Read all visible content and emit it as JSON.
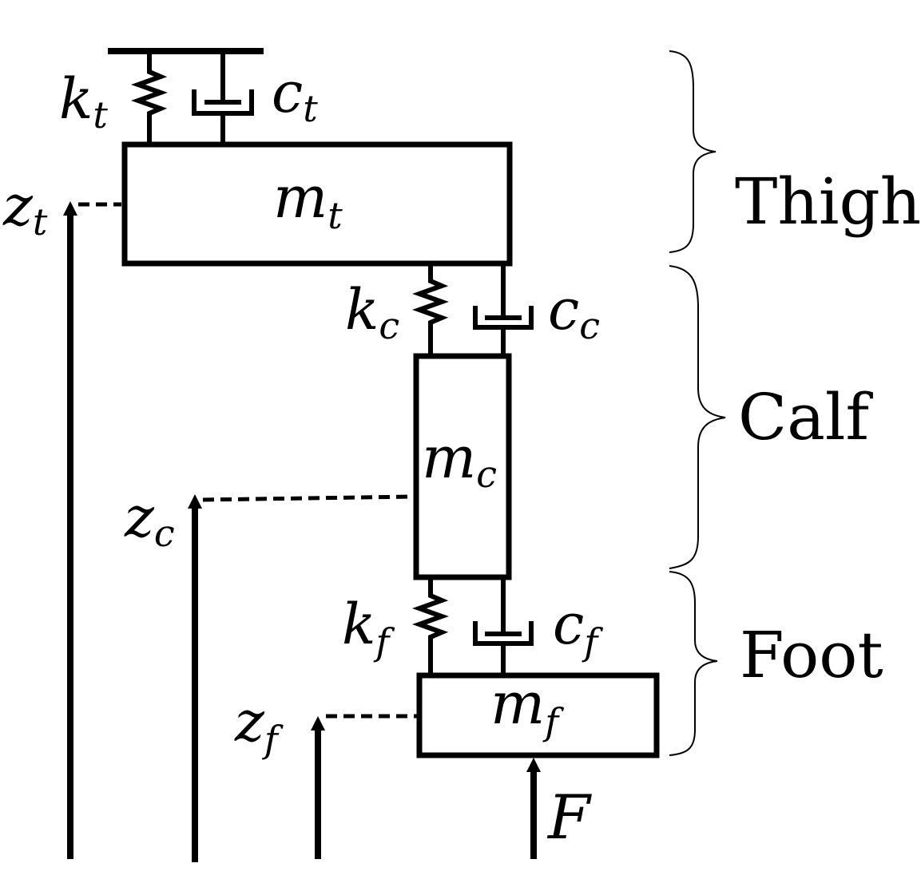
{
  "diagram": {
    "colors": {
      "line": "#000000",
      "background": "#ffffff"
    },
    "segments": {
      "thigh": "Thigh",
      "calf": "Calf",
      "foot": "Foot"
    },
    "masses": {
      "thigh": {
        "base": "m",
        "sub": "t"
      },
      "calf": {
        "base": "m",
        "sub": "c"
      },
      "foot": {
        "base": "m",
        "sub": "f"
      }
    },
    "springs": {
      "thigh": {
        "base": "k",
        "sub": "t"
      },
      "calf": {
        "base": "k",
        "sub": "c"
      },
      "foot": {
        "base": "k",
        "sub": "f"
      }
    },
    "dampers": {
      "thigh": {
        "base": "c",
        "sub": "t"
      },
      "calf": {
        "base": "c",
        "sub": "c"
      },
      "foot": {
        "base": "c",
        "sub": "f"
      }
    },
    "displacements": {
      "thigh": {
        "base": "z",
        "sub": "t"
      },
      "calf": {
        "base": "z",
        "sub": "c"
      },
      "foot": {
        "base": "z",
        "sub": "f"
      }
    },
    "force": "F"
  }
}
